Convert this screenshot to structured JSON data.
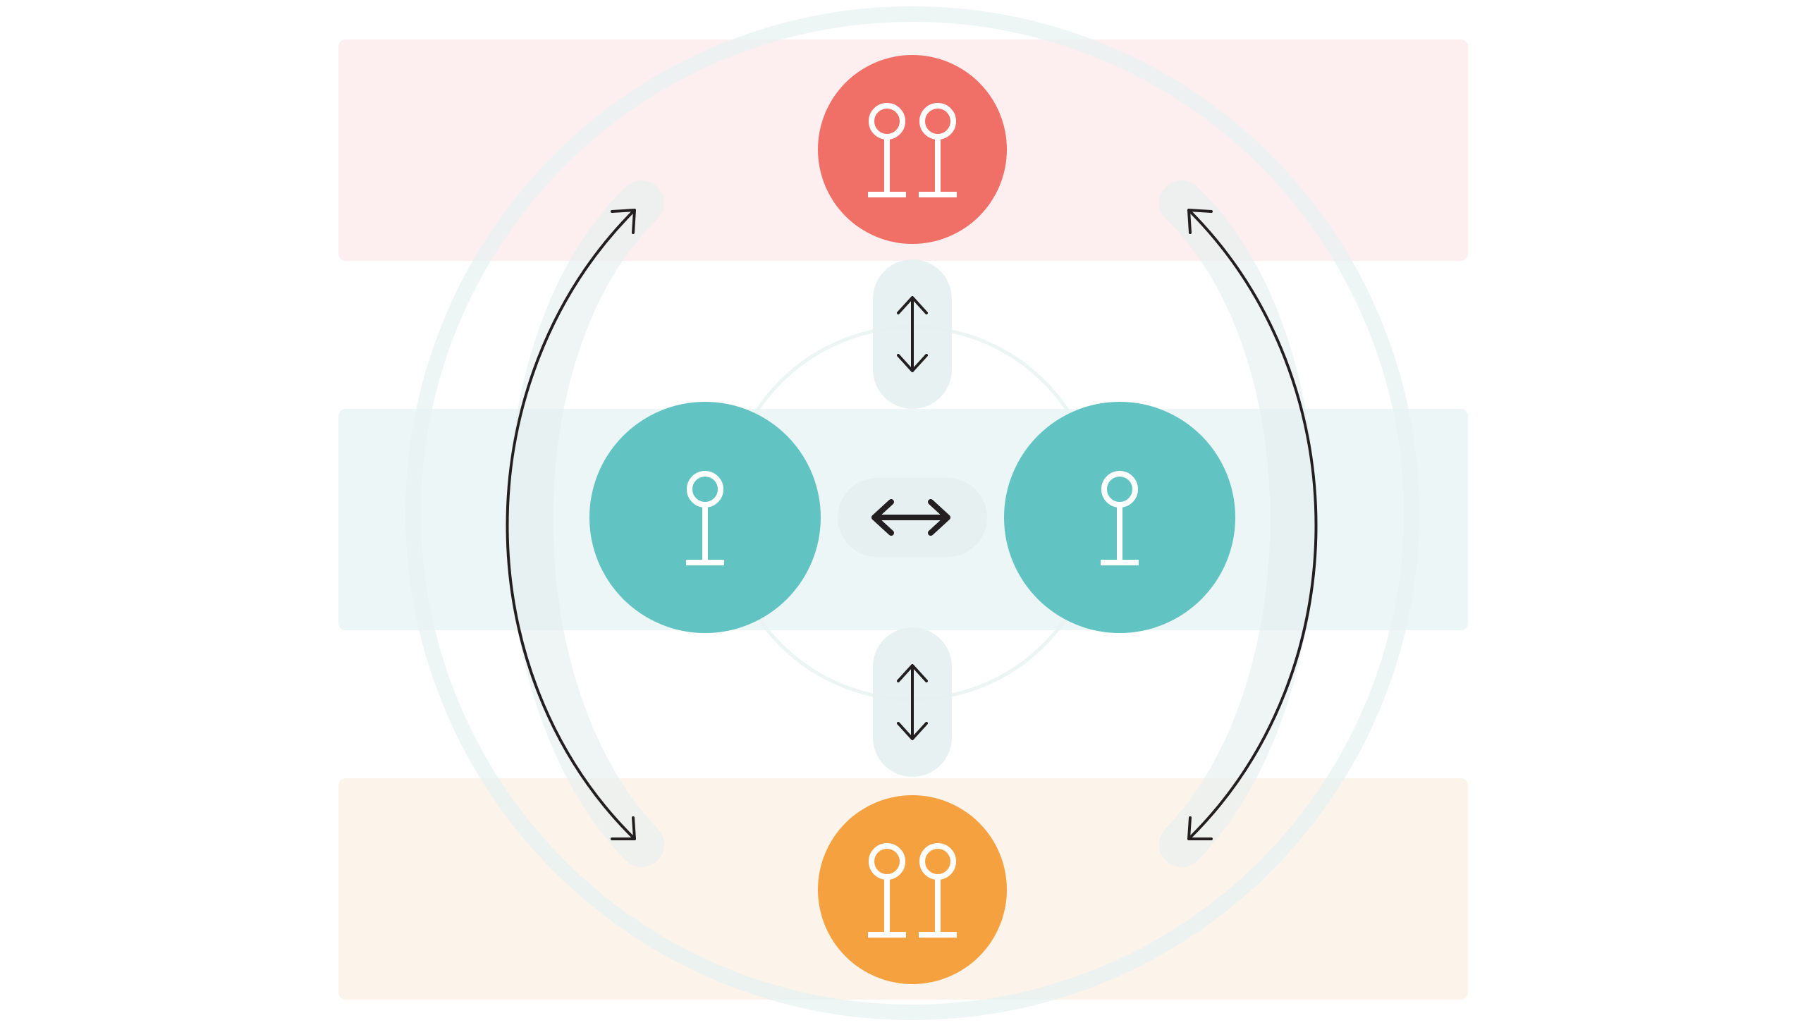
{
  "diagram": {
    "colors": {
      "background": "#ffffff",
      "band_top": "#fdefef",
      "band_middle": "#edf6f6",
      "band_bottom": "#fcf4ea",
      "ring": "#e7f2f1",
      "track": "#e4efee",
      "node_top": "#f06f66",
      "node_middle": "#62c3c3",
      "node_bottom": "#f6a140",
      "icon": "#ffffff",
      "arrow": "#231f20"
    },
    "bands": [
      {
        "id": "top",
        "fill_key": "band_top"
      },
      {
        "id": "middle",
        "fill_key": "band_middle"
      },
      {
        "id": "bottom",
        "fill_key": "band_bottom"
      }
    ],
    "nodes": [
      {
        "id": "top",
        "color_key": "node_top",
        "icon": "key-pair-icon",
        "icon_count": 2
      },
      {
        "id": "middle-left",
        "color_key": "node_middle",
        "icon": "key-icon",
        "icon_count": 1
      },
      {
        "id": "middle-right",
        "color_key": "node_middle",
        "icon": "key-icon",
        "icon_count": 1
      },
      {
        "id": "bottom",
        "color_key": "node_bottom",
        "icon": "key-pair-icon",
        "icon_count": 2
      }
    ],
    "connectors": [
      {
        "id": "top-to-middle",
        "icon": "vertical-double-arrow-icon"
      },
      {
        "id": "middle-left-to-right",
        "icon": "horizontal-double-arrow-icon"
      },
      {
        "id": "middle-to-bottom",
        "icon": "vertical-double-arrow-icon"
      },
      {
        "id": "left-arc",
        "icon": "curved-double-arrow-icon"
      },
      {
        "id": "right-arc",
        "icon": "curved-double-arrow-icon"
      }
    ]
  }
}
